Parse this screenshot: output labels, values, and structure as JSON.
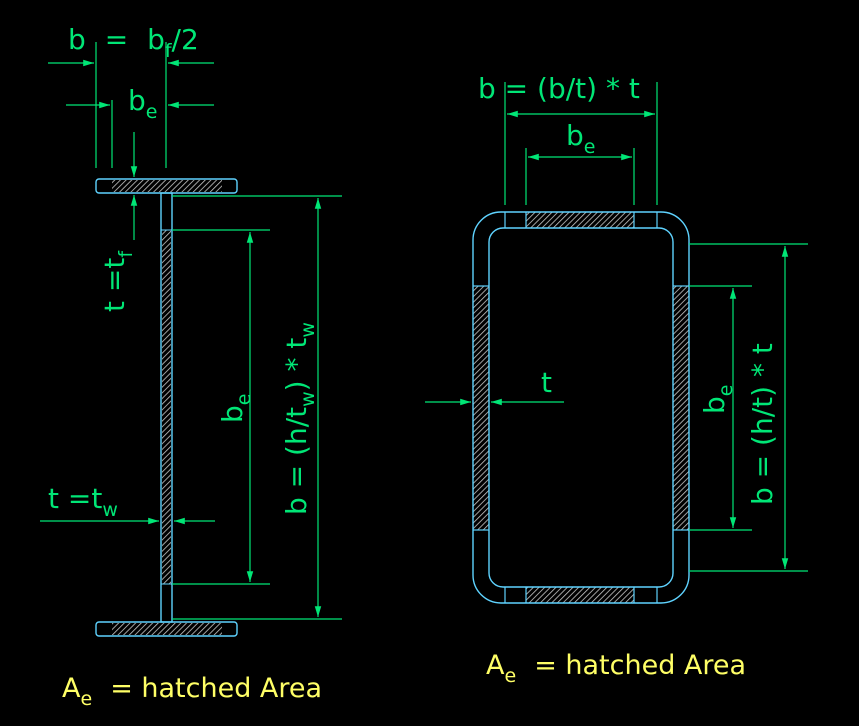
{
  "ibeam": {
    "label_b_top": "b",
    "label_b_eq": "=",
    "label_bf": "b",
    "label_bf_sub": "f",
    "label_bf_div": "/2",
    "label_be": "b",
    "label_be_sub": "e",
    "label_tf": "t =t",
    "label_tf_sub": "f",
    "label_web_be": "b",
    "label_web_be_sub": "e",
    "label_web_b": "b = (h/t",
    "label_web_b_sub": "w",
    "label_web_b_tail": ") * t",
    "label_web_b_sub2": "w",
    "label_tw": "t =t",
    "label_tw_sub": "w",
    "caption_A": "A",
    "caption_sub": "e",
    "caption_rest": "= hatched Area"
  },
  "tube": {
    "label_b_top": "b = (b/t) * t",
    "label_be": "b",
    "label_be_sub": "e",
    "label_t": "t",
    "label_side_be": "b",
    "label_side_be_sub": "e",
    "label_side_b": "b = (h/t) * t",
    "caption_A": "A",
    "caption_sub": "e",
    "caption_rest": "= hatched Area"
  },
  "colors": {
    "background": "#000000",
    "dimension": "#00e676",
    "outline": "#5fd3ff",
    "hatch": "#c8c8c8",
    "caption": "#ffff66"
  }
}
